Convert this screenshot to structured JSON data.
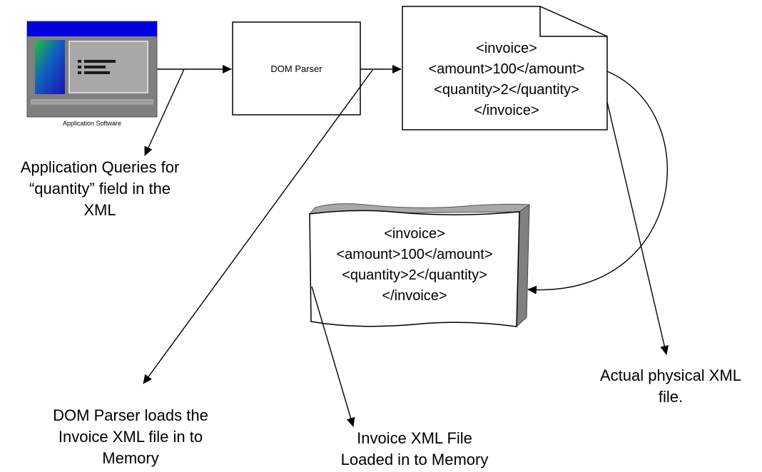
{
  "app": {
    "caption": "Application Software"
  },
  "parser": {
    "label": "DOM Parser"
  },
  "physical_file": {
    "lines": [
      "<invoice>",
      "<amount>100</amount>",
      "<quantity>2</quantity>",
      "</invoice>"
    ]
  },
  "memory_file": {
    "lines": [
      "<invoice>",
      "<amount>100</amount>",
      "<quantity>2</quantity>",
      "</invoice>"
    ]
  },
  "labels": {
    "app_queries": [
      "Application Queries for",
      "“quantity” field in the",
      "XML"
    ],
    "parser_loads": [
      "DOM Parser loads the",
      "Invoice XML file in to",
      "Memory"
    ],
    "memory_loaded": [
      "Invoice XML File",
      "Loaded in to Memory"
    ],
    "physical": [
      "Actual physical XML",
      "file."
    ]
  },
  "colors": {
    "titlebar": "#0000e0",
    "window_frame": "#808080",
    "panel": "#a8a8a8",
    "memory_edge": "#909090"
  }
}
